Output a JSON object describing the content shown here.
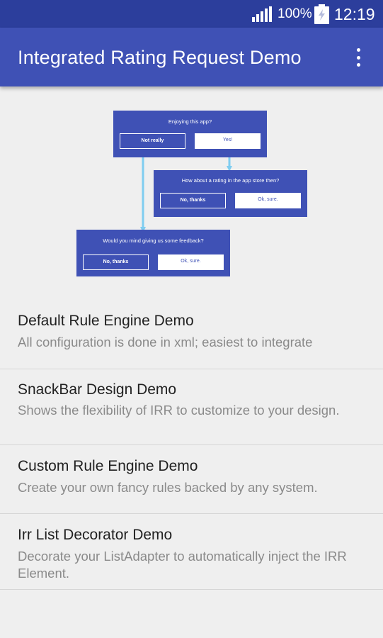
{
  "status_bar": {
    "battery_percent": "100%",
    "time": "12:19",
    "signal_icon": "signal-icon",
    "battery_icon": "battery-charging-icon"
  },
  "app_bar": {
    "title": "Integrated Rating Request Demo",
    "menu_icon": "more-vert-icon"
  },
  "flow_diagram": {
    "dialog1": {
      "question": "Enjoying this app?",
      "no": "Not really",
      "yes": "Yes!"
    },
    "dialog2": {
      "question": "How about a rating in the app store then?",
      "no": "No, thanks",
      "yes": "Ok, sure."
    },
    "dialog3": {
      "question": "Would you mind giving us some feedback?",
      "no": "No, thanks",
      "yes": "Ok, sure."
    },
    "colors": {
      "dialog": "#3f51b5",
      "arrow": "#7fcdf0"
    }
  },
  "demos": [
    {
      "title": "Default Rule Engine Demo",
      "description": "All configuration is done in xml; easiest to integrate"
    },
    {
      "title": "SnackBar Design Demo",
      "description": "Shows the flexibility of IRR to customize to your design."
    },
    {
      "title": "Custom Rule Engine Demo",
      "description": "Create your own fancy rules backed by any system."
    },
    {
      "title": "Irr List Decorator Demo",
      "description": "Decorate your ListAdapter to automatically inject the IRR Element."
    }
  ],
  "colors": {
    "status_bar": "#2c3e9c",
    "primary": "#3f51b5",
    "background": "#efefef"
  }
}
